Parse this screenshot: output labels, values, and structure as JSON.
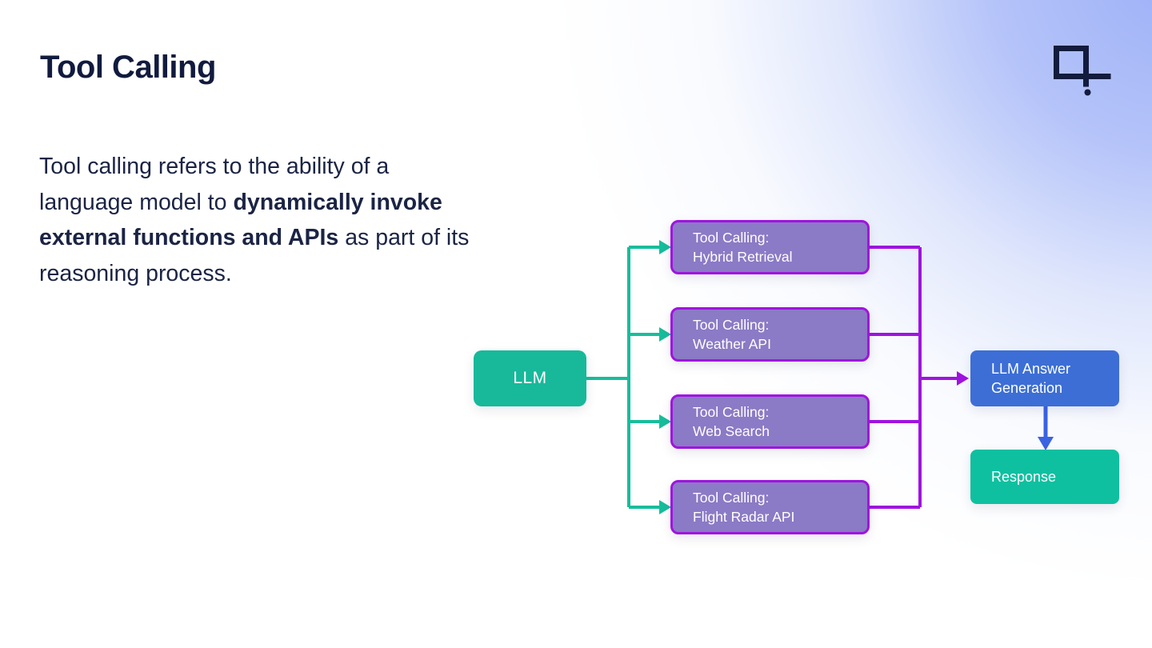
{
  "slide": {
    "title": "Tool Calling",
    "intro": {
      "l1": "Tool calling refers to the ability of a",
      "l2a": "language model to ",
      "l2b": "dynamically invoke",
      "l3a": "external functions and APIs",
      "l3b": " as part of its",
      "l4": "reasoning process."
    }
  },
  "logo": {
    "icon": "square-q-period-logo-icon",
    "color": "#131c3e"
  },
  "diagram": {
    "llm": {
      "label": "LLM"
    },
    "tools": [
      {
        "line1": "Tool Calling:",
        "line2": "Hybrid Retrieval"
      },
      {
        "line1": "Tool Calling:",
        "line2": "Weather API"
      },
      {
        "line1": "Tool Calling:",
        "line2": "Web Search"
      },
      {
        "line1": "Tool Calling:",
        "line2": "Flight Radar API"
      }
    ],
    "answer": {
      "line1": "LLM Answer",
      "line2": "Generation"
    },
    "response": {
      "label": "Response"
    },
    "colors": {
      "teal_node": "#17b99a",
      "teal_line": "#17bd9b",
      "response_teal": "#0fc0a0",
      "purple_fill": "#8b7ac5",
      "purple_stroke": "#a013df",
      "blue_node": "#3c6ed6",
      "blue_arrow": "#3a63e2",
      "title_navy": "#111b3e",
      "background_periwinkle": "#9db0f7"
    }
  }
}
